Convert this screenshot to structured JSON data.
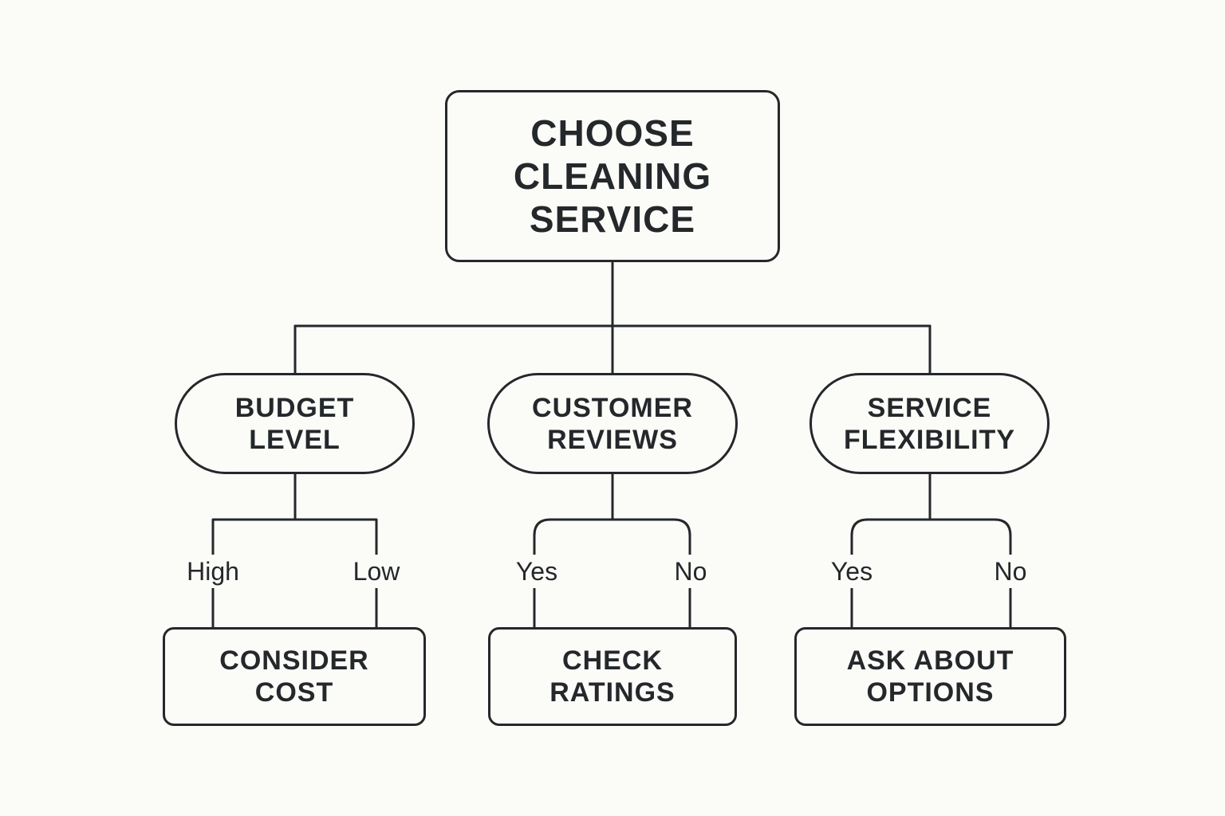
{
  "root": {
    "label": "CHOOSE\nCLEANING\nSERVICE"
  },
  "criteria": [
    {
      "label": "BUDGET\nLEVEL",
      "branches": [
        "High",
        "Low"
      ],
      "action": "CONSIDER\nCOST"
    },
    {
      "label": "CUSTOMER\nREVIEWS",
      "branches": [
        "Yes",
        "No"
      ],
      "action": "CHECK\nRATINGS"
    },
    {
      "label": "SERVICE\nFLEXIBILITY",
      "branches": [
        "Yes",
        "No"
      ],
      "action": "ASK ABOUT\nOPTIONS"
    }
  ],
  "colors": {
    "stroke": "#24282b",
    "background": "#fbfbf8"
  }
}
